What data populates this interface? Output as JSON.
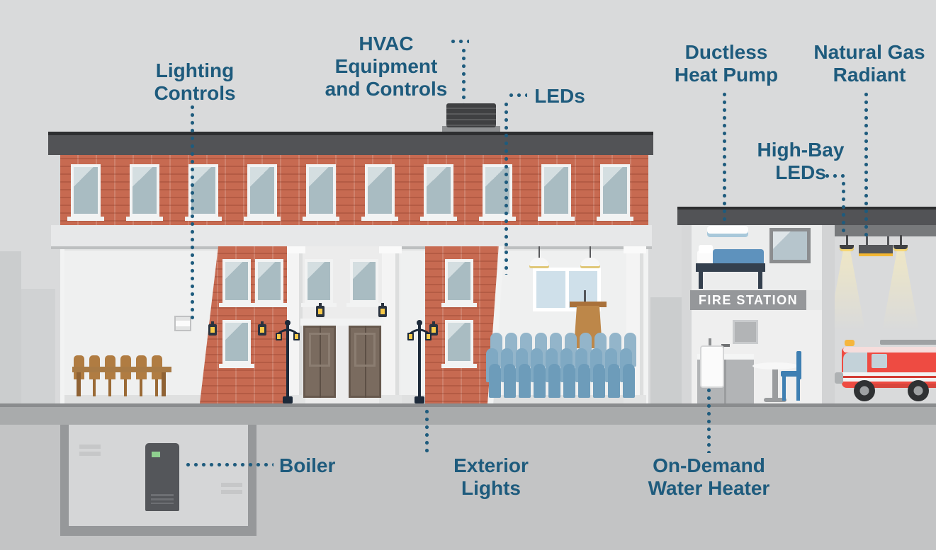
{
  "labels": {
    "lighting_controls": "Lighting\nControls",
    "hvac_equipment_and_controls": "HVAC\nEquipment\nand Controls",
    "leds": "LEDs",
    "ductless_heat_pump": "Ductless\nHeat Pump",
    "natural_gas_radiant": "Natural Gas\nRadiant",
    "high_bay_leds": "High-Bay\nLEDs",
    "boiler": "Boiler",
    "exterior_lights": "Exterior\nLights",
    "on_demand_water_heater": "On-Demand\nWater Heater"
  },
  "signs": {
    "fire_station": "FIRE STATION"
  },
  "colors": {
    "label_text": "#1e5b7d",
    "leader_dots": "#1e5b7d",
    "brick_red": "#c76a51",
    "roof_gray": "#525356",
    "fire_truck_red": "#ee4b42",
    "auditorium_seat_blue": "#7fa9c3",
    "lamp_glow_yellow": "#f7c948",
    "background_gray": "#d9dadb"
  }
}
